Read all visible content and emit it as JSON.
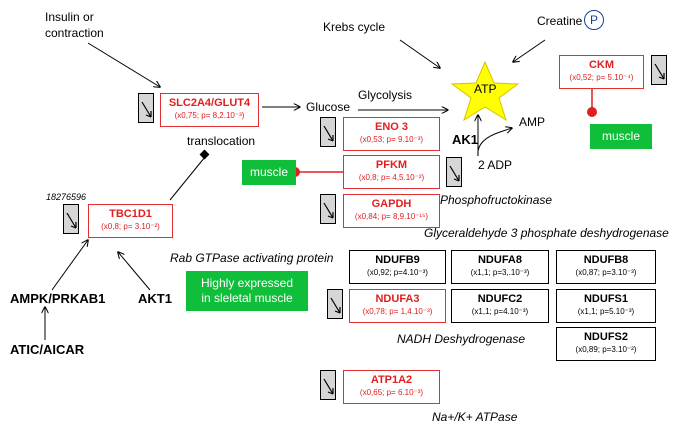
{
  "labels": {
    "insulin": "Insulin or",
    "contraction": "contraction",
    "krebs": "Krebs cycle",
    "creatine": "Creatine",
    "phospho_symbol": "P",
    "atp": "ATP",
    "glycolysis": "Glycolysis",
    "glucose": "Glucose",
    "translocation": "translocation",
    "ak1": "AK1",
    "amp": "AMP",
    "adp": "2 ADP",
    "phosphofructokinase": "Phosphofructokinase",
    "id_18276596": "18276596",
    "glyceraldehyde": "Glyceraldehyde 3 phosphate deshydrogenase",
    "rab": "Rab GTPase activating protein",
    "ampk": "AMPK/PRKAB1",
    "akt1": "AKT1",
    "atic": "ATIC/AICAR",
    "nadh": "NADH Deshydrogenase",
    "naka": "Na+/K+ ATPase"
  },
  "green_boxes": {
    "muscle_ckm": "muscle",
    "muscle_pfkm": "muscle",
    "highly_1": "Highly expressed",
    "highly_2": "in sleletal  muscle"
  },
  "genes": {
    "slc2a4": {
      "name": "SLC2A4/GLUT4",
      "stat": "(x0,75; p= 8,2.10⁻³)"
    },
    "ckm": {
      "name": "CKM",
      "stat": "(x0,52; p= 5.10⁻⁴)"
    },
    "eno3": {
      "name": "ENO 3",
      "stat": "(x0,53; p= 9.10⁻³)"
    },
    "pfkm": {
      "name": "PFKM",
      "stat": "(x0,8; p= 4,5.10⁻²)"
    },
    "gapdh": {
      "name": "GAPDH",
      "stat": "(x0,84; p= 8,9.10⁻¹⁵)"
    },
    "tbc1d1": {
      "name": "TBC1D1",
      "stat": "(x0,8; p= 3.10⁻²)"
    },
    "ndufb9": {
      "name": "NDUFB9",
      "stat": "(x0,92; p=4.10⁻³)"
    },
    "ndufa8": {
      "name": "NDUFA8",
      "stat": "(x1,1; p=3,.10⁻³)"
    },
    "ndufb8": {
      "name": "NDUFB8",
      "stat": "(x0,87; p=3.10⁻³)"
    },
    "ndufa3": {
      "name": "NDUFA3",
      "stat": "(x0,78; p= 1,4.10⁻³)"
    },
    "ndufc2": {
      "name": "NDUFC2",
      "stat": "(x1,1; p=4.10⁻³)"
    },
    "ndufs1": {
      "name": "NDUFS1",
      "stat": "(x1,1; p=5.10⁻³)"
    },
    "ndufs2": {
      "name": "NDUFS2",
      "stat": "(x0,89; p=3.10⁻²)"
    },
    "atp1a2": {
      "name": "ATP1A2",
      "stat": "(x0,65; p= 6.10⁻³)"
    }
  },
  "colors": {
    "down_regulated_border": "#e03030",
    "unchanged_border": "#000000",
    "green": "#0fbf3a",
    "star": "#ffff00",
    "inhibit": "#e02020"
  }
}
